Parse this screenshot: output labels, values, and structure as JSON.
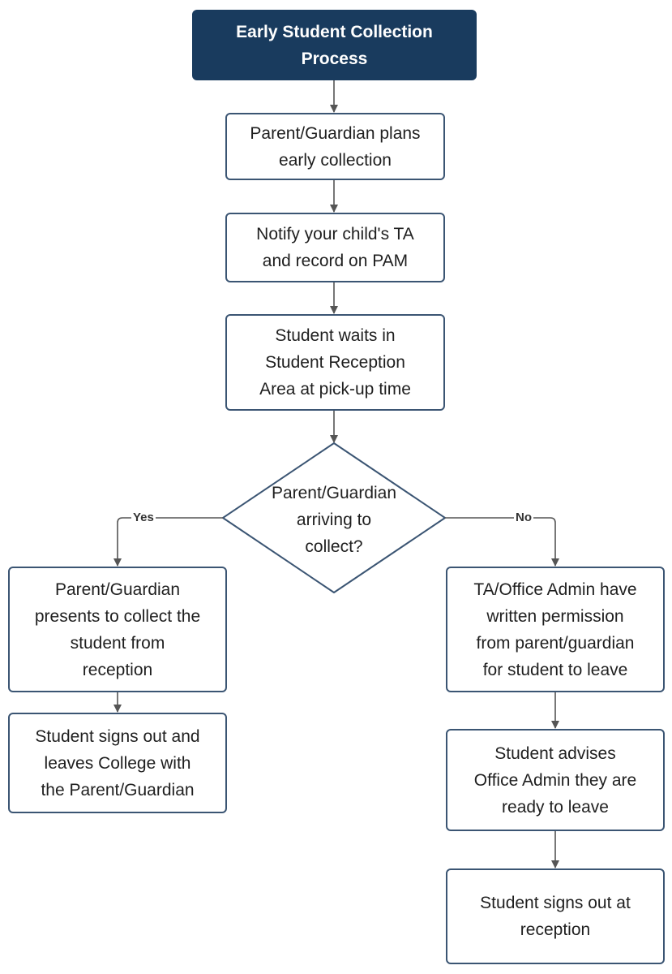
{
  "title": "Early Student Collection\nProcess",
  "steps": {
    "plan": "Parent/Guardian plans\nearly collection",
    "notify": "Notify your child's TA\nand record on PAM",
    "wait": "Student waits in\nStudent Reception\nArea at pick-up time"
  },
  "decision": {
    "question": "Parent/Guardian\narriving to\ncollect?",
    "yes_label": "Yes",
    "no_label": "No"
  },
  "yes_branch": {
    "present": "Parent/Guardian\npresents to collect the\nstudent from\nreception",
    "signout": "Student signs out and\nleaves College with\nthe Parent/Guardian"
  },
  "no_branch": {
    "permission": "TA/Office Admin have\nwritten permission\nfrom parent/guardian\nfor student to leave",
    "advise": "Student advises\nOffice Admin they are\nready to leave",
    "signout": "Student signs out at\nreception"
  },
  "colors": {
    "title_fill": "#193b5e",
    "box_border": "#3b5573",
    "connector": "#555555"
  }
}
